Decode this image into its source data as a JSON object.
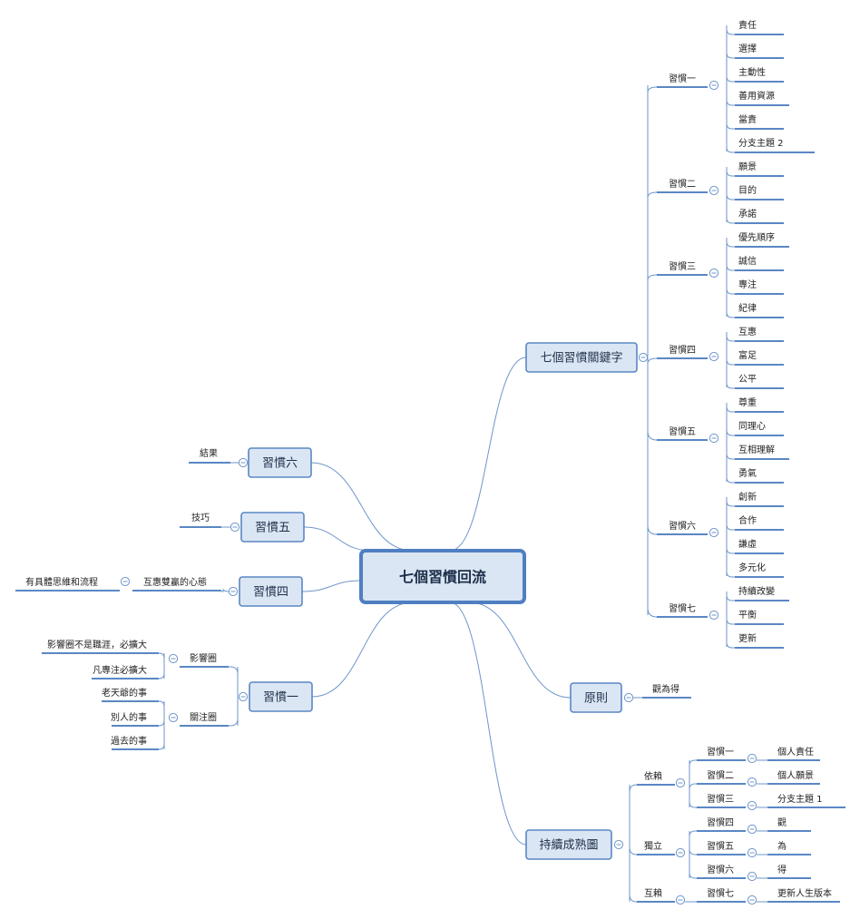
{
  "center": "七個習慣回流",
  "right": {
    "keywords": {
      "label": "七個習慣關鍵字",
      "groups": [
        {
          "label": "習慣一",
          "items": [
            "責任",
            "選擇",
            "主動性",
            "善用資源",
            "當責",
            "分支主題 2"
          ]
        },
        {
          "label": "習慣二",
          "items": [
            "願景",
            "目的",
            "承諾"
          ]
        },
        {
          "label": "習慣三",
          "items": [
            "優先順序",
            "誠信",
            "專注",
            "紀律"
          ]
        },
        {
          "label": "習慣四",
          "items": [
            "互惠",
            "富足",
            "公平"
          ]
        },
        {
          "label": "習慣五",
          "items": [
            "尊重",
            "同理心",
            "互相理解",
            "勇氣"
          ]
        },
        {
          "label": "習慣六",
          "items": [
            "創新",
            "合作",
            "謙虛",
            "多元化"
          ]
        },
        {
          "label": "習慣七",
          "items": [
            "持續改變",
            "平衡",
            "更新"
          ]
        }
      ]
    },
    "principle": {
      "label": "原則",
      "child": "觀為得"
    },
    "maturity": {
      "label": "持續成熟圖",
      "groups": [
        {
          "label": "依賴",
          "rows": [
            {
              "habit": "習慣一",
              "leaf": "個人責任"
            },
            {
              "habit": "習慣二",
              "leaf": "個人願景"
            },
            {
              "habit": "習慣三",
              "leaf": "分支主題 1"
            }
          ]
        },
        {
          "label": "獨立",
          "rows": [
            {
              "habit": "習慣四",
              "leaf": "觀"
            },
            {
              "habit": "習慣五",
              "leaf": "為"
            },
            {
              "habit": "習慣六",
              "leaf": "得"
            }
          ]
        },
        {
          "label": "互賴",
          "rows": [
            {
              "habit": "習慣七",
              "leaf": "更新人生版本"
            }
          ]
        }
      ]
    }
  },
  "left": {
    "habit6": {
      "label": "習慣六",
      "child": "結果"
    },
    "habit5": {
      "label": "習慣五",
      "child": "技巧"
    },
    "habit4": {
      "label": "習慣四",
      "child": "互惠雙贏的心態",
      "grandchild": "有具體思維和流程"
    },
    "habit1": {
      "label": "習慣一",
      "groups": [
        {
          "label": "影響圈",
          "items": [
            "影響圈不是職涯，必擴大",
            "凡專注必擴大"
          ]
        },
        {
          "label": "關注圈",
          "items": [
            "老天爺的事",
            "別人的事",
            "過去的事"
          ]
        }
      ]
    }
  }
}
